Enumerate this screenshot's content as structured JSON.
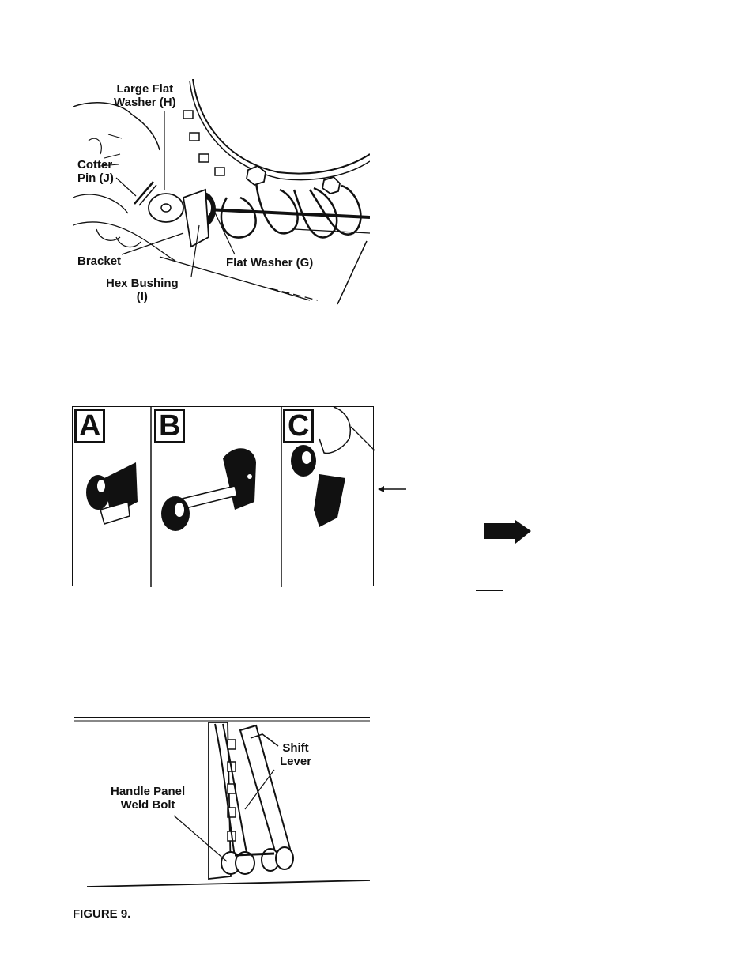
{
  "figure_top": {
    "labels": {
      "large_flat_washer": "Large Flat\nWasher (H)",
      "cotter_pin": "Cotter\nPin (J)",
      "bracket": "Bracket",
      "hex_bushing": "Hex Bushing\n(I)",
      "flat_washer": "Flat Washer (G)"
    }
  },
  "figure_middle": {
    "panels": [
      "A",
      "B",
      "C"
    ]
  },
  "figure_bottom": {
    "labels": {
      "shift_lever": "Shift\nLever",
      "handle_panel_weld_bolt": "Handle Panel\nWeld Bolt"
    },
    "caption": "FIGURE 9."
  }
}
